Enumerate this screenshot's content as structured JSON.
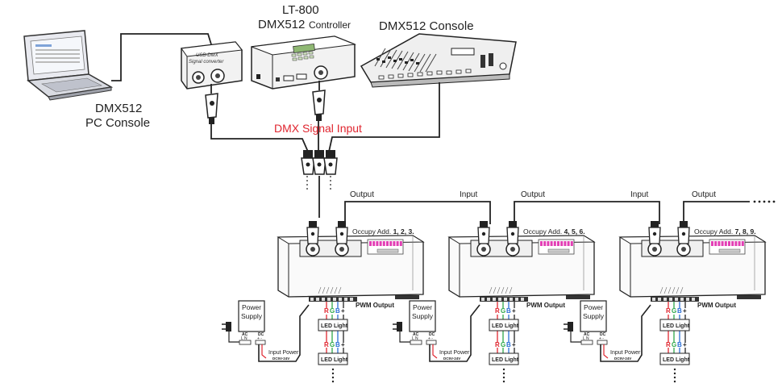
{
  "labels": {
    "pc_console_line1": "DMX512",
    "pc_console_line2": "PC  Console",
    "controller_line1": "LT-800",
    "controller_line2": "DMX512",
    "controller_line2b": "Controller",
    "console": "DMX512   Console",
    "signal_input": "DMX  Signal  Input",
    "converter_line1": "USB-DMX",
    "converter_line2": "Signal converter"
  },
  "decoders": [
    {
      "occupy_prefix": "Occupy Add.",
      "occupy_addrs": "1, 2, 3.",
      "output_label": "Output",
      "input_label": "",
      "pwm_output": "PWM Output",
      "power_supply_line1": "Power",
      "power_supply_line2": "Supply",
      "ac_label": "AC",
      "ac_terms": "L  N",
      "dc_label": "DC",
      "dc_terms": "+  -",
      "input_power": "Input Power",
      "input_power_range": "DC5V-24V",
      "led_light": "LED  Light",
      "rgb": [
        "R",
        "G",
        "B",
        "+"
      ]
    },
    {
      "occupy_prefix": "Occupy Add.",
      "occupy_addrs": "4, 5, 6.",
      "output_label": "Output",
      "input_label": "Input",
      "pwm_output": "PWM Output",
      "power_supply_line1": "Power",
      "power_supply_line2": "Supply",
      "ac_label": "AC",
      "ac_terms": "L  N",
      "dc_label": "DC",
      "dc_terms": "+  -",
      "input_power": "Input Power",
      "input_power_range": "DC5V-24V",
      "led_light": "LED  Light",
      "rgb": [
        "R",
        "G",
        "B",
        "+"
      ]
    },
    {
      "occupy_prefix": "Occupy Add.",
      "occupy_addrs": "7, 8, 9.",
      "output_label": "Output",
      "input_label": "Input",
      "pwm_output": "PWM Output",
      "power_supply_line1": "Power",
      "power_supply_line2": "Supply",
      "ac_label": "AC",
      "ac_terms": "L  N",
      "dc_label": "DC",
      "dc_terms": "+  -",
      "input_power": "Input Power",
      "input_power_range": "DC5V-24V",
      "led_light": "LED  Light",
      "rgb": [
        "R",
        "G",
        "B",
        "+"
      ]
    }
  ],
  "colors": {
    "signal_red": "#e0252f",
    "wire": "#222222",
    "r": "#e0252f",
    "g": "#2ea84a",
    "b": "#2a6fd6",
    "led_pink": "#e23fb4"
  }
}
